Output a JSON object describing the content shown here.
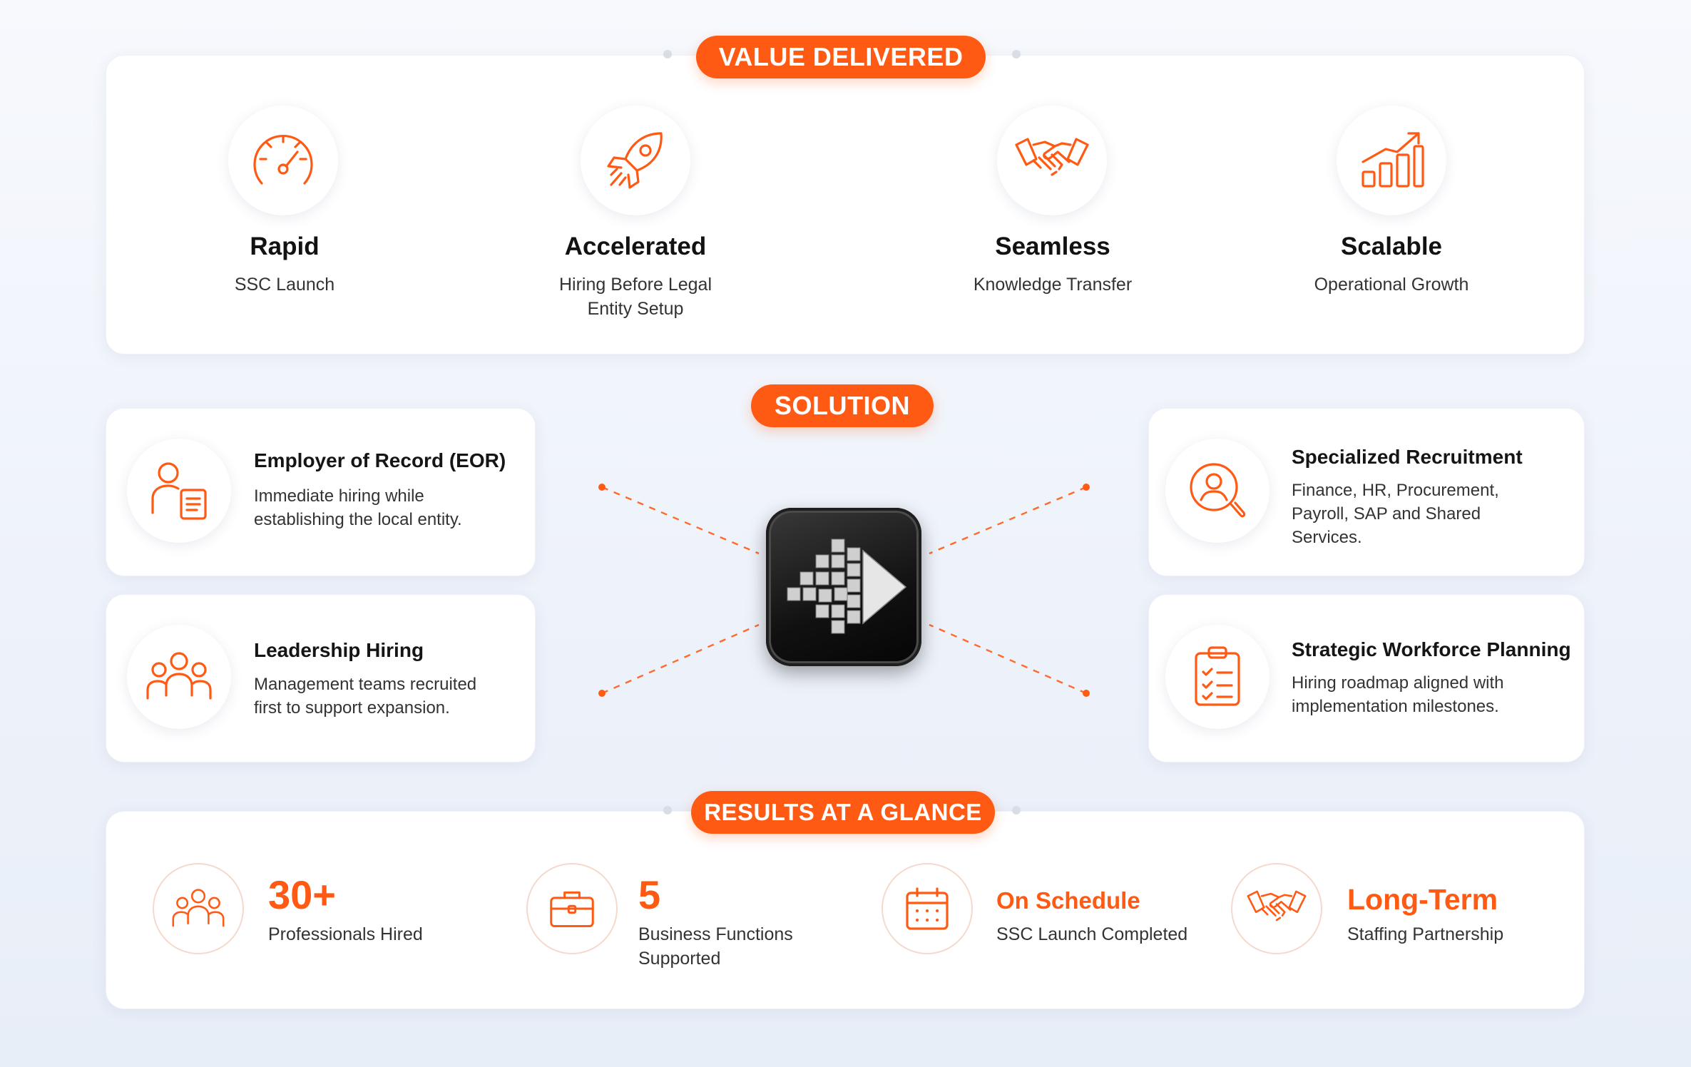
{
  "colors": {
    "accent": "#ff5a14",
    "background": "#eef2fa",
    "card": "#ffffff"
  },
  "value_delivered": {
    "heading": "VALUE DELIVERED",
    "items": [
      {
        "icon": "speedometer-icon",
        "title": "Rapid",
        "subtitle": "SSC Launch"
      },
      {
        "icon": "rocket-icon",
        "title": "Accelerated",
        "subtitle": "Hiring Before Legal Entity Setup"
      },
      {
        "icon": "handshake-icon",
        "title": "Seamless",
        "subtitle": "Knowledge Transfer"
      },
      {
        "icon": "growth-chart-icon",
        "title": "Scalable",
        "subtitle": "Operational Growth"
      }
    ]
  },
  "solution": {
    "heading": "SOLUTION",
    "center_icon": "arrow-logo-icon",
    "items": [
      {
        "icon": "person-document-icon",
        "title": "Employer of Record (EOR)",
        "text": "Immediate hiring while establishing the local entity."
      },
      {
        "icon": "team-icon",
        "title": "Leadership Hiring",
        "text": "Management teams recruited first to support expansion."
      },
      {
        "icon": "person-search-icon",
        "title": "Specialized Recruitment",
        "text": "Finance, HR, Procurement, Payroll, SAP and Shared Services."
      },
      {
        "icon": "checklist-icon",
        "title": "Strategic Workforce Planning",
        "text": "Hiring roadmap aligned with implementation milestones."
      }
    ]
  },
  "results": {
    "heading": "RESULTS AT A GLANCE",
    "items": [
      {
        "icon": "people-icon",
        "value": "30+",
        "label": "Professionals Hired"
      },
      {
        "icon": "briefcase-icon",
        "value": "5",
        "label": "Business Functions Supported"
      },
      {
        "icon": "calendar-icon",
        "value": "On Schedule",
        "label": "SSC Launch Completed"
      },
      {
        "icon": "handshake-icon",
        "value": "Long-Term",
        "label": "Staffing Partnership"
      }
    ]
  }
}
